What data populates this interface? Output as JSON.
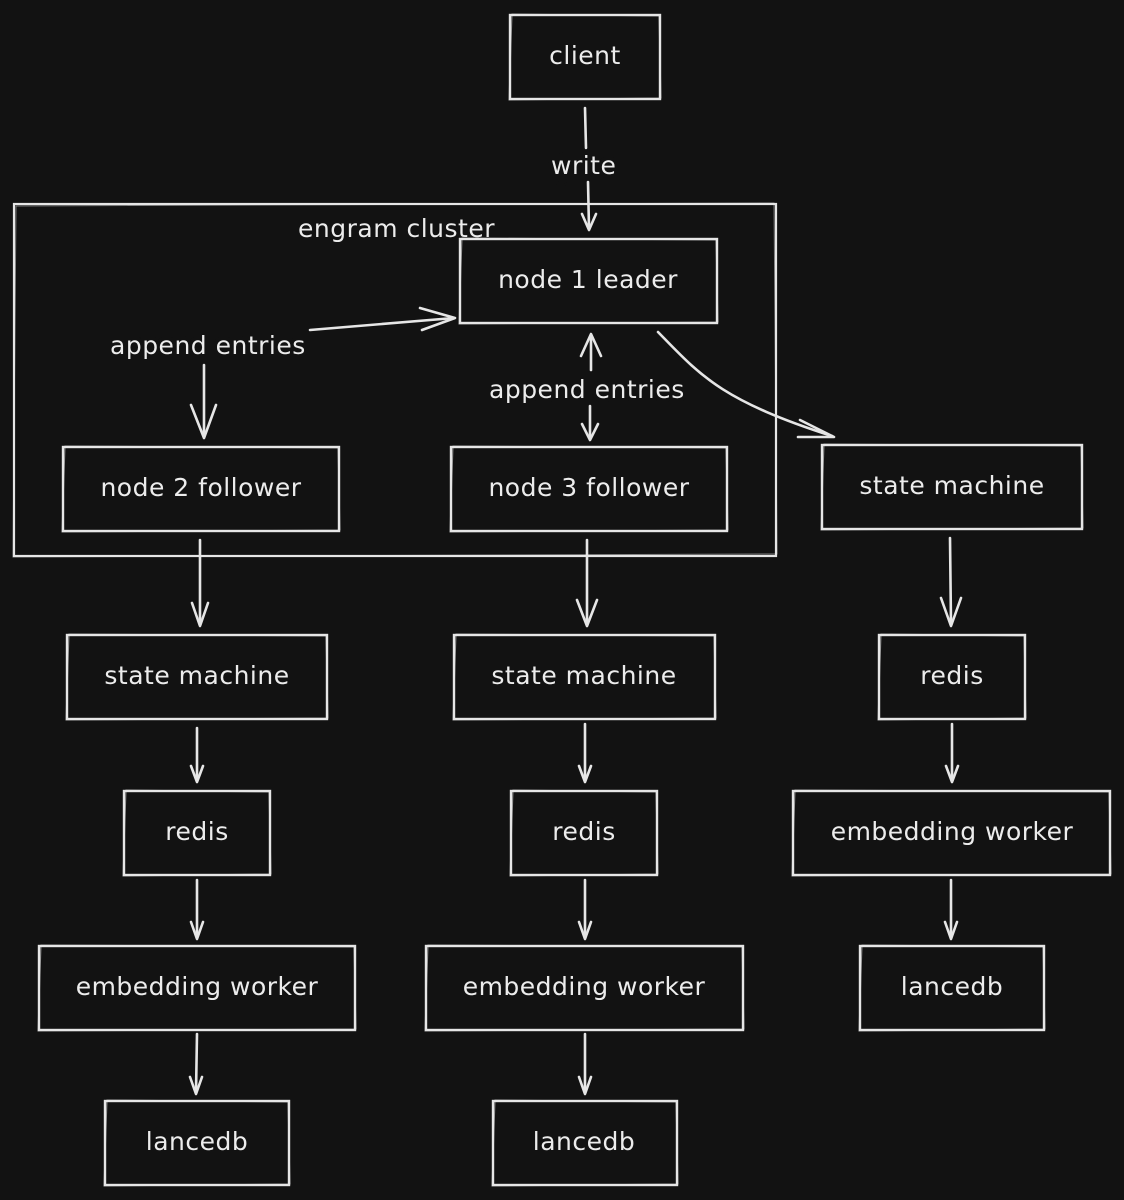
{
  "diagram": {
    "cluster": {
      "label": "engram cluster"
    },
    "nodes": {
      "client": "client",
      "leader": "node 1 leader",
      "follower2": "node 2 follower",
      "follower3": "node 3 follower",
      "sm_leader": "state machine",
      "sm2": "state machine",
      "sm3": "state machine",
      "redis_leader": "redis",
      "redis2": "redis",
      "redis3": "redis",
      "embed_leader": "embedding worker",
      "embed2": "embedding worker",
      "embed3": "embedding worker",
      "lance_leader": "lancedb",
      "lance2": "lancedb",
      "lance3": "lancedb"
    },
    "edges": {
      "write": "write",
      "append_left": "append entries",
      "append_mid": "append entries"
    },
    "colors": {
      "background": "#121212",
      "stroke": "#e6e6e6",
      "text": "#ececec"
    }
  }
}
